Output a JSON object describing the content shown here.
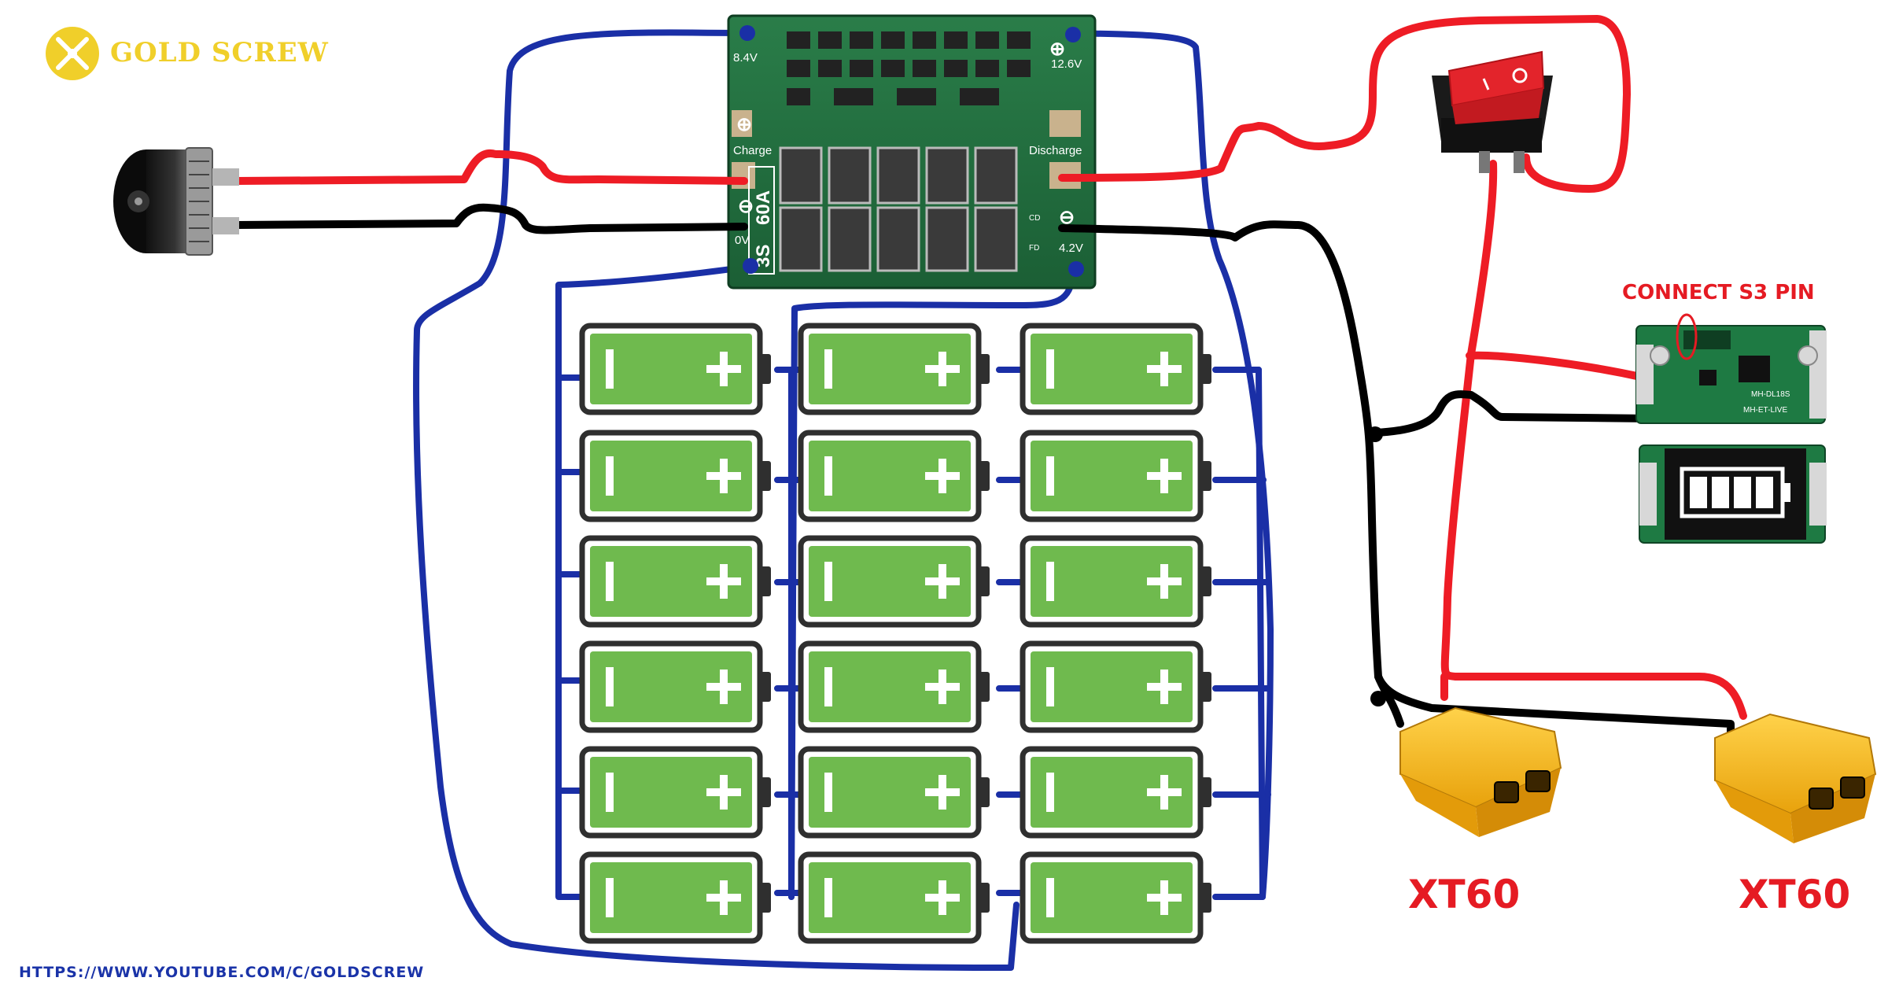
{
  "brand": {
    "name": "GOLD SCREW",
    "logo_icon": "crossed-screws-icon"
  },
  "footer": {
    "url": "HTTPS://WWW.YOUTUBE.COM/C/GOLDSCREW"
  },
  "bms_board": {
    "rating_series": "3S",
    "rating_current": "60A",
    "charge_label": "Charge",
    "discharge_label": "Discharge",
    "voltage_b1": "8.4V",
    "voltage_top_right": "12.6V",
    "voltage_zero": "0V",
    "voltage_b2": "4.2V",
    "plus_symbol": "⊕",
    "minus_symbol": "⊖",
    "cd_label": "CD",
    "fd_label": "FD"
  },
  "indicator": {
    "connect_note": "CONNECT S3 PIN",
    "model": "MH-DL18S",
    "model_sub": "MH-ET-LIVE"
  },
  "connectors": {
    "left_label": "XT60",
    "right_label": "XT60"
  },
  "batteries": {
    "columns": 3,
    "rows": 6,
    "plus_symbol": "+",
    "minus_symbol": "|"
  },
  "colors": {
    "wire_blue": "#1a2fa6",
    "wire_red": "#ee1c25",
    "wire_black": "#000000",
    "battery_fill": "#6fba4e",
    "battery_frame": "#2f2f2f",
    "pcb_green": "#1f6b3c",
    "gold": "#f0cf2a",
    "xt60_yellow": "#f5b814"
  }
}
